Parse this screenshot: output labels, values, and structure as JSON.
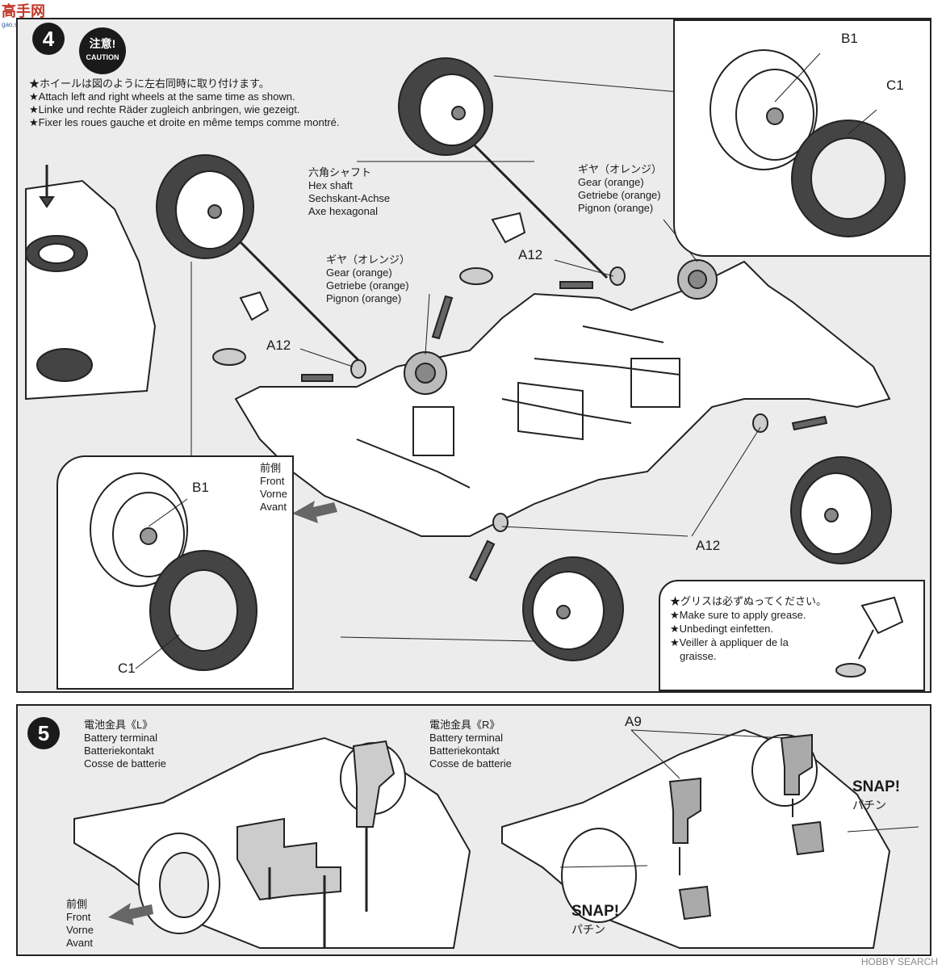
{
  "watermark_top": {
    "brand": "高手网",
    "url": "gao.shou.com"
  },
  "watermark_bottom": "HOBBY SEARCH",
  "step4": {
    "number": "4",
    "caution": {
      "jp": "注意!",
      "en": "CAUTION"
    },
    "notes": [
      "★ホイールは図のように左右同時に取り付けます。",
      "★Attach left and right wheels at the same time as shown.",
      "★Linke und rechte Räder zugleich anbringen, wie gezeigt.",
      "★Fixer les roues gauche et droite en même temps comme montré."
    ],
    "hex_shaft": [
      "六角シャフト",
      "Hex shaft",
      "Sechskant-Achse",
      "Axe hexagonal"
    ],
    "gear_right": [
      "ギヤ（オレンジ）",
      "Gear (orange)",
      "Getriebe (orange)",
      "Pignon (orange)"
    ],
    "gear_left": [
      "ギヤ（オレンジ）",
      "Gear (orange)",
      "Getriebe (orange)",
      "Pignon (orange)"
    ],
    "front": [
      "前側",
      "Front",
      "Vorne",
      "Avant"
    ],
    "part_a12": "A12",
    "part_b1": "B1",
    "part_c1": "C1",
    "grease": [
      "★グリスは必ずぬってください。",
      "★Make sure to apply grease.",
      "★Unbedingt einfetten.",
      "★Veiller à appliquer de la",
      "graisse."
    ]
  },
  "step5": {
    "number": "5",
    "terminal_l": [
      "電池金具《L》",
      "Battery terminal",
      "Batteriekontakt",
      "Cosse de batterie"
    ],
    "terminal_r": [
      "電池金具《R》",
      "Battery terminal",
      "Batteriekontakt",
      "Cosse de batterie"
    ],
    "front": [
      "前側",
      "Front",
      "Vorne",
      "Avant"
    ],
    "part_a9": "A9",
    "snap": {
      "en": "SNAP!",
      "jp": "パチン"
    }
  }
}
